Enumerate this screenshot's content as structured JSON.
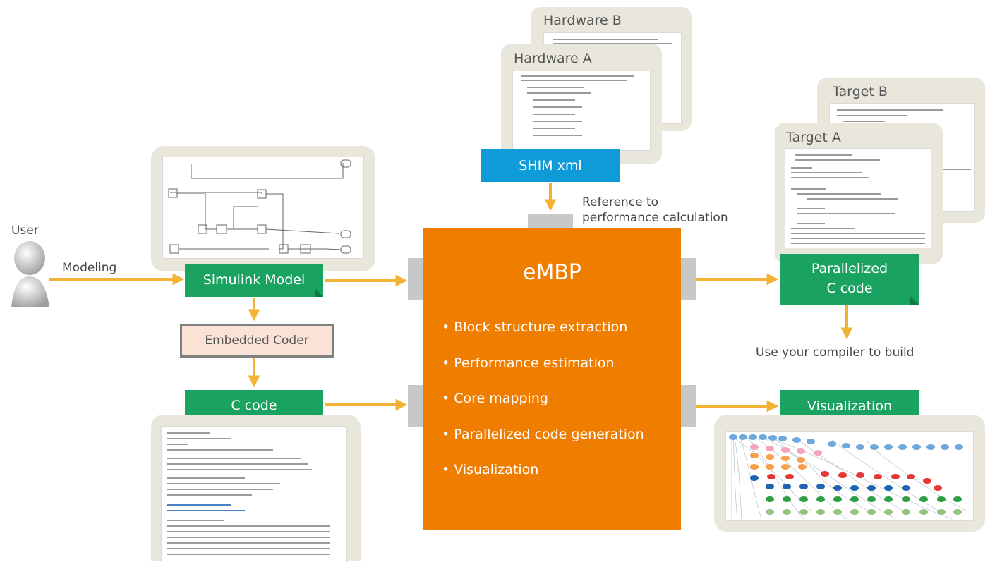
{
  "user": {
    "label": "User",
    "edge_label": "Modeling"
  },
  "simulink": {
    "label": "Simulink Model"
  },
  "embedded_coder": {
    "label": "Embedded Coder"
  },
  "c_code": {
    "label": "C code"
  },
  "shim": {
    "hardware_b": "Hardware B",
    "hardware_a": "Hardware A",
    "label": "SHIM xml",
    "reference_note_line1": "Reference to",
    "reference_note_line2": "performance calculation"
  },
  "embp": {
    "title": "eMBP",
    "items": [
      "Block structure extraction",
      "Performance estimation",
      "Core mapping",
      "Parallelized code generation",
      "Visualization"
    ]
  },
  "targets": {
    "target_b": "Target B",
    "target_a": "Target A",
    "label_line1": "Parallelized",
    "label_line2": "C code",
    "build_note": "Use your compiler to build"
  },
  "visualization": {
    "label": "Visualization"
  },
  "colors": {
    "orange": "#ef7d00",
    "green": "#1aa260",
    "blue": "#0f9bd7",
    "arrow": "#f2b233",
    "panel": "#e9e7db",
    "coder_fill": "#fbe2d6"
  }
}
